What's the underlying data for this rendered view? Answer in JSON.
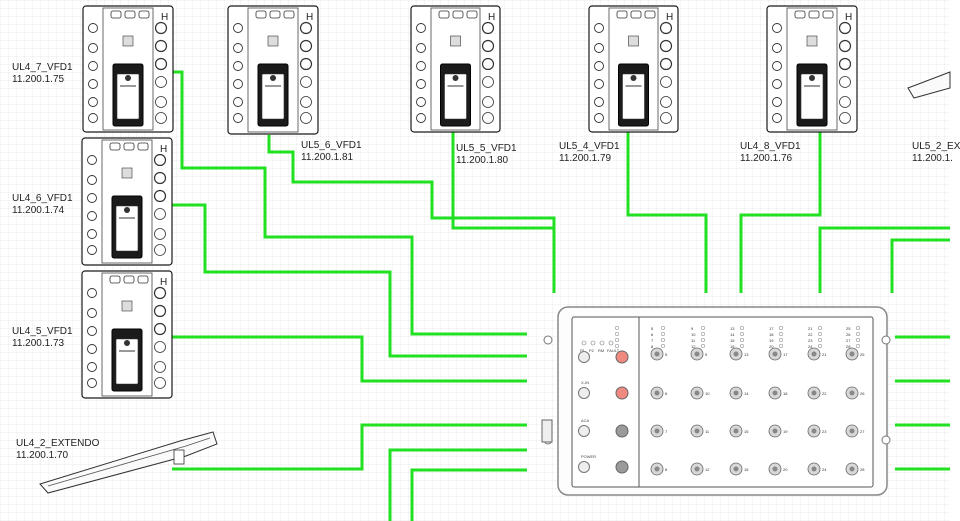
{
  "diagram": {
    "devices": [
      {
        "id": "ul4_7",
        "name": "UL4_7_VFD1",
        "ip": "11.200.1.75"
      },
      {
        "id": "ul5_6",
        "name": "UL5_6_VFD1",
        "ip": "11.200.1.81"
      },
      {
        "id": "ul5_5",
        "name": "UL5_5_VFD1",
        "ip": "11.200.1.80"
      },
      {
        "id": "ul5_4",
        "name": "UL5_4_VFD1",
        "ip": "11.200.1.79"
      },
      {
        "id": "ul4_8",
        "name": "UL4_8_VFD1",
        "ip": "11.200.1.76"
      },
      {
        "id": "ul5_2",
        "name": "UL5_2_EX",
        "ip": "11.200.1."
      },
      {
        "id": "ul4_6",
        "name": "UL4_6_VFD1",
        "ip": "11.200.1.74"
      },
      {
        "id": "ul4_5",
        "name": "UL4_5_VFD1",
        "ip": "11.200.1.73"
      },
      {
        "id": "ul4_2",
        "name": "UL4_2_EXTENDO",
        "ip": "11.200.1.70"
      }
    ],
    "switch": {
      "led_labels": [
        "P1",
        "P2",
        "RM",
        "FAULT"
      ],
      "left_port_labels": [
        "X-IN",
        "ACA",
        "POWER"
      ],
      "port_numbers": [
        "1",
        "2",
        "3",
        "4",
        "5",
        "6",
        "7",
        "8",
        "9",
        "10",
        "11",
        "12",
        "13",
        "14",
        "15",
        "16",
        "17",
        "18",
        "19",
        "20",
        "21",
        "22",
        "23",
        "24",
        "25",
        "26",
        "27",
        "28"
      ]
    },
    "colors": {
      "wire": "#22e022",
      "device_outline": "#1a1a1a",
      "switch_outline": "#888888",
      "port_active": "#f08a80",
      "port_normal": "#9a9a9a"
    }
  }
}
